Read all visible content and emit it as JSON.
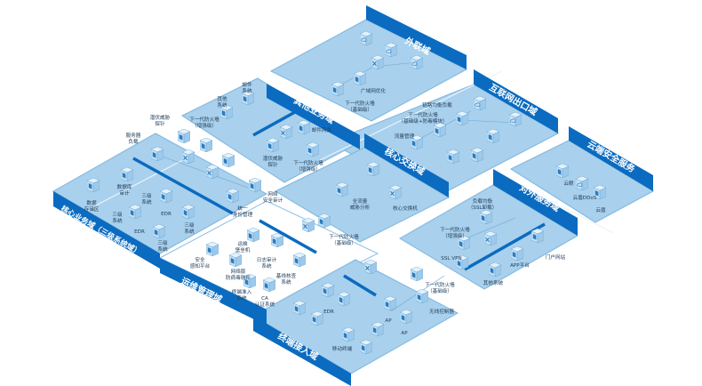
{
  "colors": {
    "platform": "#a9d0ec",
    "banner": "#0a6bc0",
    "label": "#23405e"
  },
  "zones": {
    "outer": {
      "title": "外联域",
      "labels": [
        [
          "广域网优化"
        ],
        [
          "下一代防火墙",
          "（基础级）"
        ]
      ]
    },
    "internet": {
      "title": "互联网出口域",
      "labels": [
        [
          "链路均衡负载"
        ],
        [
          "下一代防火墙",
          "（基础级+防毒模块）"
        ],
        [
          "流量管理"
        ]
      ]
    },
    "cloud": {
      "title": "云端安全服务",
      "labels": [
        [
          "云眼"
        ],
        [
          "云盾DDoS"
        ],
        [
          "云盾"
        ]
      ]
    },
    "external_service": {
      "title": "对外服务域",
      "labels": [
        [
          "负载均衡",
          "（SSL卸载）"
        ],
        [
          "下一代防火墙",
          "（增强级）"
        ],
        [
          "SSL VPN"
        ],
        [
          "门户网站"
        ],
        [
          "APP平台"
        ],
        [
          "其他系统"
        ]
      ]
    },
    "other_business": {
      "title": "其他业务域",
      "labels": [
        [
          "邮件",
          "系统"
        ],
        [
          "其他",
          "系统"
        ],
        [
          "邮件网关"
        ],
        [
          "潜伏威胁",
          "探针"
        ],
        [
          "下一代防火墙",
          "（增强级）"
        ]
      ]
    },
    "core_switch": {
      "title": "核心交换域",
      "labels": [
        [
          "全流量",
          "威胁分析"
        ],
        [
          "核心交换机"
        ]
      ]
    },
    "core_business": {
      "title": "核心业务域（三级系统域）",
      "labels": [
        [
          "潜伏威胁",
          "探针"
        ],
        [
          "下一代防火墙",
          "（增强级）"
        ],
        [
          "服务器",
          "负载"
        ],
        [
          "数据",
          "存储区"
        ],
        [
          "数据库",
          "审计"
        ],
        [
          "三级",
          "系统"
        ],
        [
          "EDR"
        ],
        [
          "三级",
          "系统"
        ],
        [
          "EDR"
        ],
        [
          "三级",
          "系统"
        ],
        [
          "三级",
          "系统"
        ],
        [
          "网络",
          "安全审计"
        ],
        [
          "统一",
          "身份管理"
        ]
      ]
    },
    "ops": {
      "title": "运维管理域",
      "labels": [
        [
          "下一代防火墙",
          "（基础级）"
        ],
        [
          "运维",
          "堡垒机"
        ],
        [
          "日志审计",
          "系统"
        ],
        [
          "基线核查",
          "系统"
        ],
        [
          "安全",
          "感知平台"
        ],
        [
          "网络版",
          "防病毒软件"
        ],
        [
          "终端准入",
          "系统"
        ],
        [
          "CA",
          "认证系统"
        ]
      ]
    },
    "terminal": {
      "title": "终端接入域",
      "labels": [
        [
          "EDR"
        ],
        [
          "AP"
        ],
        [
          "AP"
        ],
        [
          "移动终端"
        ],
        [
          "无线控制器"
        ],
        [
          "下一代防火墙",
          "（基础级）"
        ]
      ]
    }
  }
}
